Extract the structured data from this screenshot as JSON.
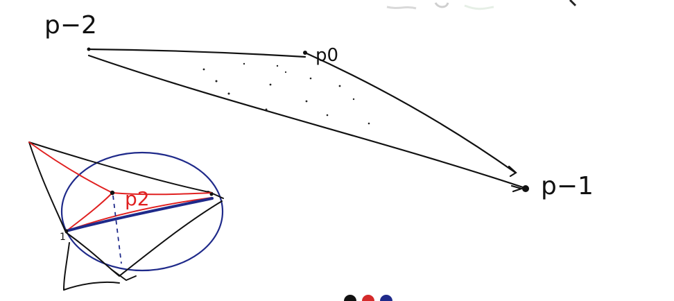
{
  "labels": {
    "p_minus_2": "p−2",
    "p_0": "p0",
    "p_minus_1": "p−1",
    "p_2": "p2",
    "vertex_mark": "1"
  },
  "colors": {
    "ink": "#111111",
    "red": "#e02020",
    "blue": "#1f2a8a",
    "dot_black": "#111111",
    "dot_red": "#d42a2a",
    "dot_blue": "#1f2a8a"
  },
  "palette": {
    "items": [
      "black-pen",
      "red-pen",
      "blue-pen"
    ]
  }
}
